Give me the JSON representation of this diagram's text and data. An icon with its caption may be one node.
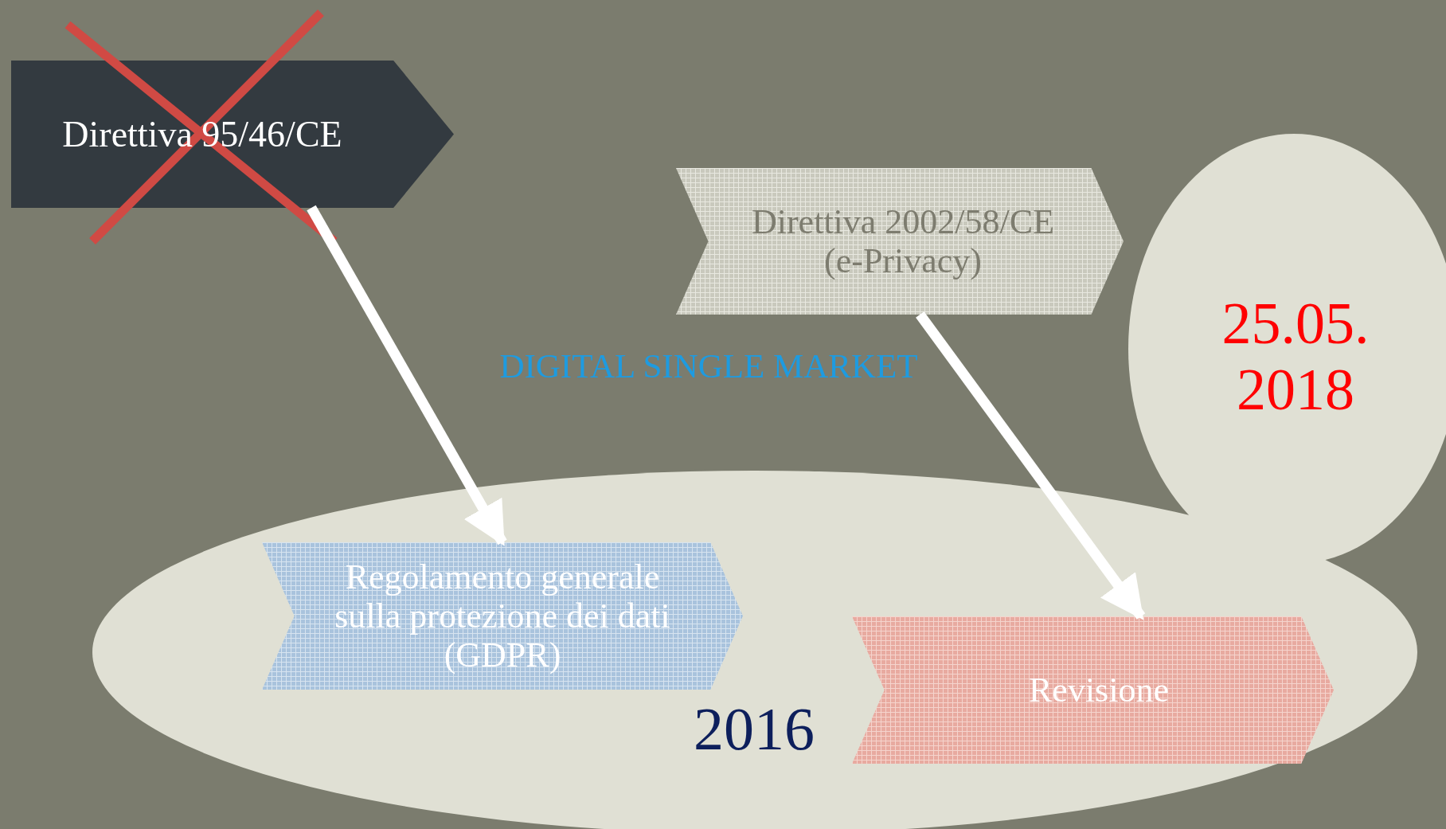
{
  "diagram": {
    "nodes": [
      {
        "text": [
          "Direttiva 95/46/CE"
        ]
      },
      {
        "text": [
          "Direttiva 2002/58/CE (e-Privacy)"
        ]
      },
      {
        "text": [
          "25.05. 2018"
        ]
      },
      {
        "text": [
          "2016"
        ]
      },
      {
        "text": [
          "Regolamento generale sulla protezione dei dati (GDPR)"
        ],
        "in": 3
      },
      {
        "text": [
          "Revisione"
        ],
        "in": 3
      }
    ],
    "edges": [
      {
        "from": 0,
        "to": 4,
        "arrow": "to"
      },
      {
        "from": 1,
        "to": 5,
        "arrow": "to"
      }
    ],
    "labels": [
      "DIGITAL SINGLE MARKET"
    ]
  }
}
